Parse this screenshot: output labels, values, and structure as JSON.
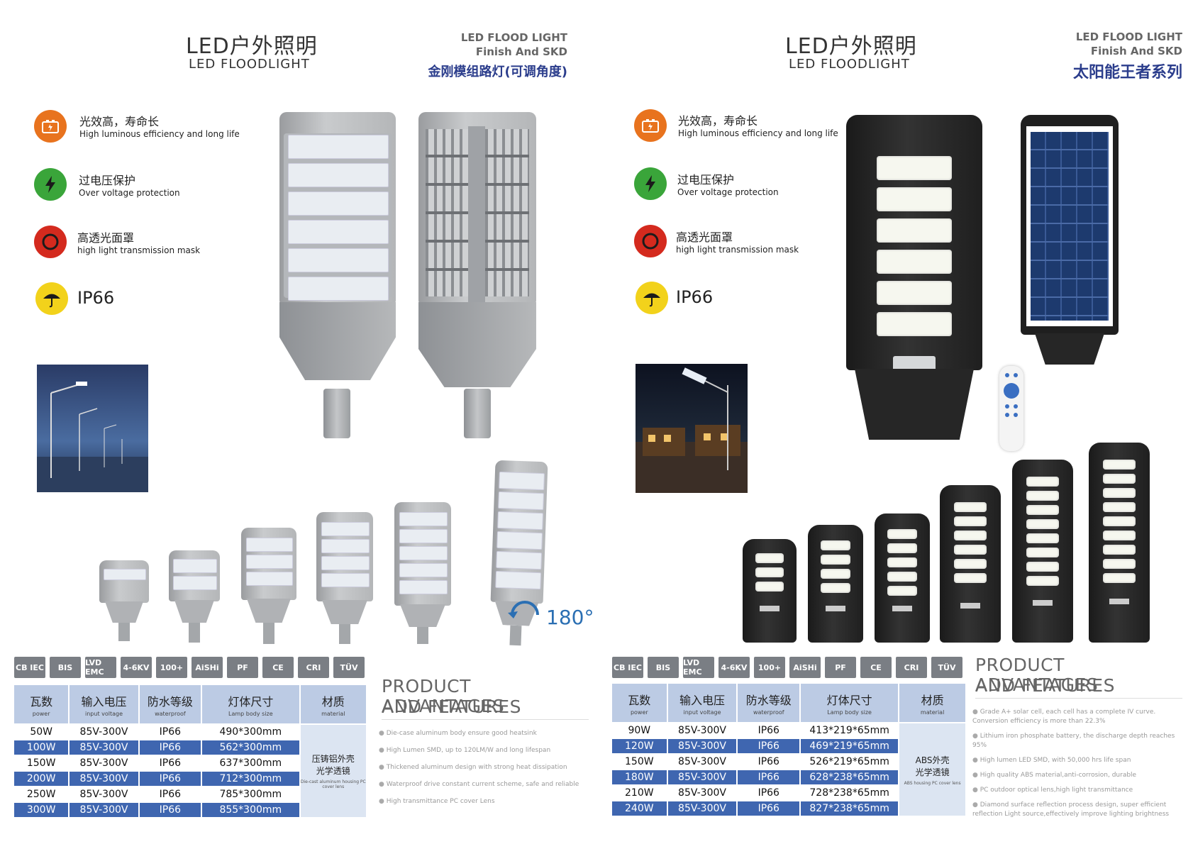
{
  "left": {
    "title_cn": "LED户外照明",
    "title_en": "LED FLOODLIGHT",
    "header_right_1": "LED FLOOD LIGHT",
    "header_right_2": "Finish And SKD",
    "header_right_3": "金刚模组路灯(可调角度)",
    "features": [
      {
        "icon": "battery-icon",
        "cn": "光效高，寿命长",
        "en": "High luminous efficiency and long life",
        "color": "#e8731e"
      },
      {
        "icon": "lightning-icon",
        "cn": "过电压保护",
        "en": "Over voltage protection",
        "color": "#3aa53a"
      },
      {
        "icon": "ring-icon",
        "cn": "高透光面罩",
        "en": "high light transmission mask",
        "color": "#d42a1e"
      },
      {
        "icon": "umbrella-icon",
        "cn": "IP66",
        "en": "",
        "color": "#f2d21b"
      }
    ],
    "rotation_label": "180°",
    "table": {
      "headers": [
        {
          "cn": "瓦数",
          "en": "power"
        },
        {
          "cn": "输入电压",
          "en": "input voltage"
        },
        {
          "cn": "防水等级",
          "en": "waterproof"
        },
        {
          "cn": "灯体尺寸",
          "en": "Lamp body size"
        },
        {
          "cn": "材质",
          "en": "material"
        }
      ],
      "rows": [
        [
          "50W",
          "85V-300V",
          "IP66",
          "490*300mm"
        ],
        [
          "100W",
          "85V-300V",
          "IP66",
          "562*300mm"
        ],
        [
          "150W",
          "85V-300V",
          "IP66",
          "637*300mm"
        ],
        [
          "200W",
          "85V-300V",
          "IP66",
          "712*300mm"
        ],
        [
          "250W",
          "85V-300V",
          "IP66",
          "785*300mm"
        ],
        [
          "300W",
          "85V-300V",
          "IP66",
          "855*300mm"
        ]
      ],
      "material_cn": "压铸铝外壳\n光学透镜",
      "material_en": "Die-cast aluminum housing PC cover lens"
    },
    "adv_title_1": "PRODUCT ADVANTAGES",
    "adv_title_2": "AND FEATURES",
    "advantages": [
      "Die-case aluminum body ensure good heatsink",
      "High Lumen SMD, up to 120LM/W and long lifespan",
      "Thickened aluminum design with strong heat dissipation",
      "Waterproof drive constant current scheme, safe and reliable",
      "High transmittance PC cover Lens"
    ]
  },
  "right": {
    "title_cn": "LED户外照明",
    "title_en": "LED FLOODLIGHT",
    "header_right_1": "LED FLOOD LIGHT",
    "header_right_2": "Finish And SKD",
    "header_right_3": "太阳能王者系列",
    "features": [
      {
        "icon": "battery-icon",
        "cn": "光效高，寿命长",
        "en": "High luminous efficiency and long life",
        "color": "#e8731e"
      },
      {
        "icon": "lightning-icon",
        "cn": "过电压保护",
        "en": "Over voltage protection",
        "color": "#3aa53a"
      },
      {
        "icon": "ring-icon",
        "cn": "高透光面罩",
        "en": "high light transmission mask",
        "color": "#d42a1e"
      },
      {
        "icon": "umbrella-icon",
        "cn": "IP66",
        "en": "",
        "color": "#f2d21b"
      }
    ],
    "table": {
      "headers": [
        {
          "cn": "瓦数",
          "en": "power"
        },
        {
          "cn": "输入电压",
          "en": "input voltage"
        },
        {
          "cn": "防水等级",
          "en": "waterproof"
        },
        {
          "cn": "灯体尺寸",
          "en": "Lamp body size"
        },
        {
          "cn": "材质",
          "en": "material"
        }
      ],
      "rows": [
        [
          "90W",
          "85V-300V",
          "IP66",
          "413*219*65mm"
        ],
        [
          "120W",
          "85V-300V",
          "IP66",
          "469*219*65mm"
        ],
        [
          "150W",
          "85V-300V",
          "IP66",
          "526*219*65mm"
        ],
        [
          "180W",
          "85V-300V",
          "IP66",
          "628*238*65mm"
        ],
        [
          "210W",
          "85V-300V",
          "IP66",
          "728*238*65mm"
        ],
        [
          "240W",
          "85V-300V",
          "IP66",
          "827*238*65mm"
        ]
      ],
      "material_cn": "ABS外壳\n光学透镜",
      "material_en": "ABS housing PC cover lens"
    },
    "adv_title_1": "PRODUCT ADVANTAGES",
    "adv_title_2": "AND FEATURES",
    "advantages": [
      "Grade A+ solar cell, each cell has a complete IV curve. Conversion efficiency is more than 22.3%",
      "Lithium iron phosphate battery, the discharge depth reaches 95%",
      "High lumen LED SMD, with 50,000 hrs life span",
      "High quality ABS material,anti-corrosion, durable",
      "PC outdoor optical lens,high light transmittance",
      "Diamond surface reflection process design, super efficient reflection Light source,effectively improve lighting brightness"
    ]
  },
  "certs": [
    "CB IEC",
    "BIS",
    "LVD EMC",
    "4-6KV",
    "100+",
    "AiSHi",
    "PF",
    "CE",
    "CRI",
    "TÜV"
  ]
}
